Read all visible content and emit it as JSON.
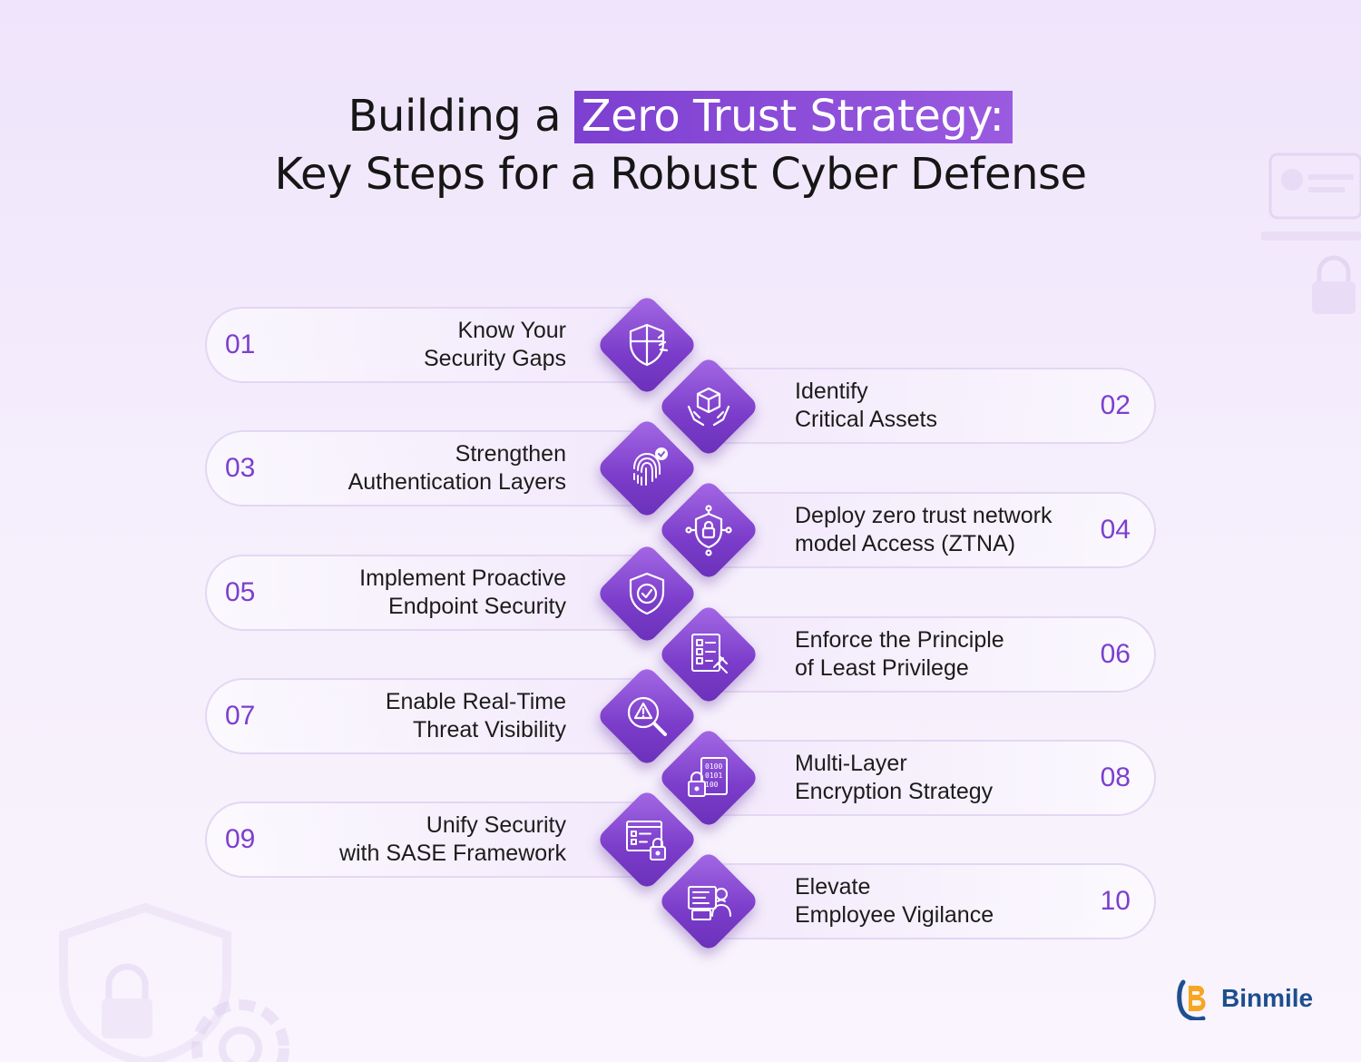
{
  "title": {
    "prefix": "Building a",
    "highlight": "Zero Trust Strategy:",
    "line2": "Key Steps for a Robust Cyber Defense"
  },
  "steps": [
    {
      "number": "01",
      "line1": "Know Your",
      "line2": "Security Gaps",
      "icon": "shield-broken-icon"
    },
    {
      "number": "02",
      "line1": "Identify",
      "line2": "Critical Assets",
      "icon": "hands-cube-icon"
    },
    {
      "number": "03",
      "line1": "Strengthen",
      "line2": "Authentication Layers",
      "icon": "fingerprint-icon"
    },
    {
      "number": "04",
      "line1": "Deploy zero trust network",
      "line2": "model Access (ZTNA)",
      "icon": "network-shield-lock-icon"
    },
    {
      "number": "05",
      "line1": "Implement Proactive",
      "line2": "Endpoint Security",
      "icon": "shield-check-icon"
    },
    {
      "number": "06",
      "line1": "Enforce the Principle",
      "line2": "of Least Privilege",
      "icon": "checklist-gavel-icon"
    },
    {
      "number": "07",
      "line1": "Enable Real-Time",
      "line2": "Threat Visibility",
      "icon": "magnifier-warning-icon"
    },
    {
      "number": "08",
      "line1": "Multi-Layer",
      "line2": "Encryption Strategy",
      "icon": "binary-lock-icon"
    },
    {
      "number": "09",
      "line1": "Unify Security",
      "line2": "with SASE Framework",
      "icon": "browser-checklist-lock-icon"
    },
    {
      "number": "10",
      "line1": "Elevate",
      "line2": "Employee Vigilance",
      "icon": "employee-monitor-icon"
    }
  ],
  "brand": {
    "name": "Binmile",
    "icon": "binmile-logo-icon"
  },
  "colors": {
    "accent": "#7c3fcf",
    "diamond": "#8a4fd8",
    "pill_border": "#e3d7f3"
  }
}
